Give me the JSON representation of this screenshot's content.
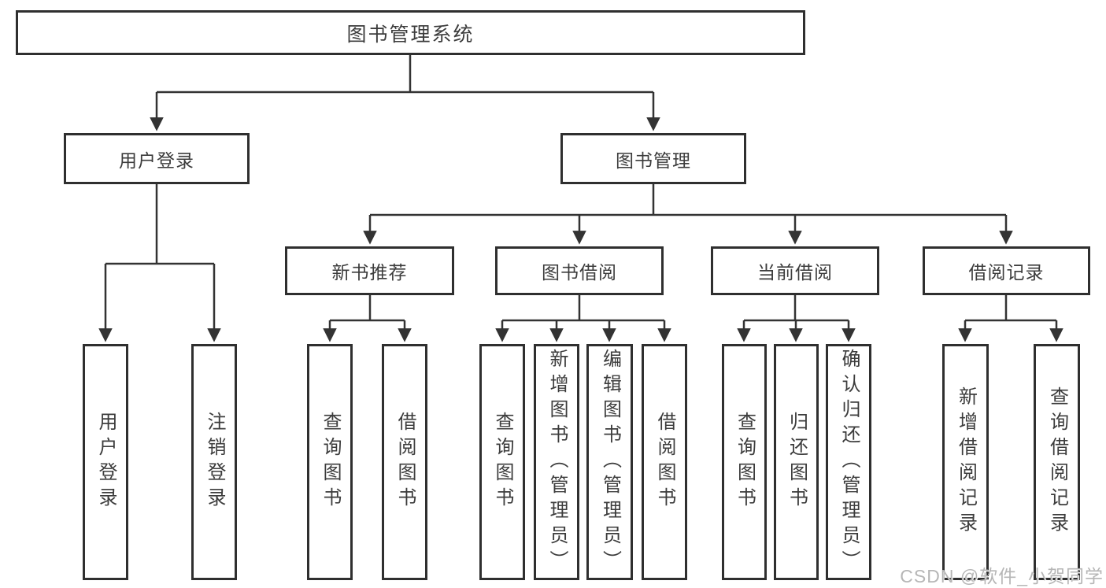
{
  "diagram": {
    "root": {
      "label": "图书管理系统"
    },
    "branches": [
      {
        "label": "用户登录",
        "leaves": [
          {
            "label": "用户登录"
          },
          {
            "label": "注销登录"
          }
        ]
      },
      {
        "label": "图书管理",
        "groups": [
          {
            "label": "新书推荐",
            "leaves": [
              {
                "label": "查询图书"
              },
              {
                "label": "借阅图书"
              }
            ]
          },
          {
            "label": "图书借阅",
            "leaves": [
              {
                "label": "查询图书"
              },
              {
                "label": "新增图书（管理员）"
              },
              {
                "label": "编辑图书（管理员）"
              },
              {
                "label": "借阅图书"
              }
            ]
          },
          {
            "label": "当前借阅",
            "leaves": [
              {
                "label": "查询图书"
              },
              {
                "label": "归还图书"
              },
              {
                "label": "确认归还（管理员）"
              }
            ]
          },
          {
            "label": "借阅记录",
            "leaves": [
              {
                "label": "新增借阅记录"
              },
              {
                "label": "查询借阅记录"
              }
            ]
          }
        ]
      }
    ]
  },
  "watermark": "CSDN @软件_小贺同学",
  "colors": {
    "line": "#333333",
    "border": "#2f2f2f",
    "text": "#3c3c3c",
    "watermark": "#b2b2b2",
    "background": "#ffffff"
  }
}
